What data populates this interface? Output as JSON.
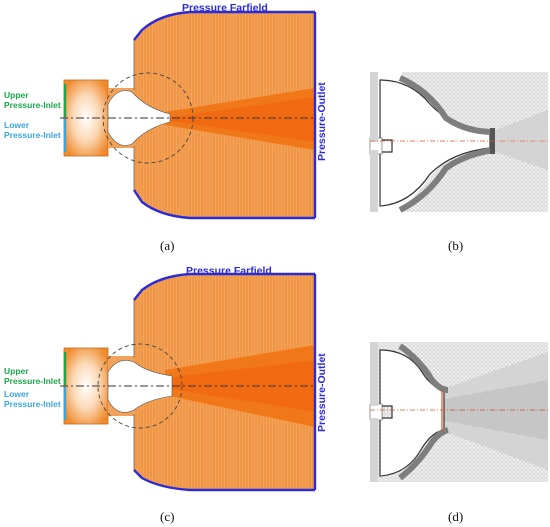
{
  "colors": {
    "mesh_orange": "#f08a2c",
    "mesh_dense": "#f07818",
    "mesh_light": "#fbc58c",
    "farfield_blue": "#2b2bd9",
    "upper_green": "#1aa84a",
    "lower_cyan": "#3aa6de",
    "grid_gray": "#9a9a9a",
    "centerline_red": "#d9562a"
  },
  "panels": [
    {
      "id": "a",
      "caption": "(a)",
      "labels": {
        "farfield": "Pressure Farfield",
        "outlet": "Pressure-Outlet",
        "upper_line1": "Upper",
        "upper_line2": "Pressure-Inlet",
        "lower_line1": "Lower",
        "lower_line2": "Pressure-Inlet"
      }
    },
    {
      "id": "b",
      "caption": "(b)"
    },
    {
      "id": "c",
      "caption": "(c)",
      "labels": {
        "farfield": "Pressure Farfield",
        "outlet": "Pressure-Outlet",
        "upper_line1": "Upper",
        "upper_line2": "Pressure-Inlet",
        "lower_line1": "Lower",
        "lower_line2": "Pressure-Inlet"
      }
    },
    {
      "id": "d",
      "caption": "(d)"
    }
  ]
}
